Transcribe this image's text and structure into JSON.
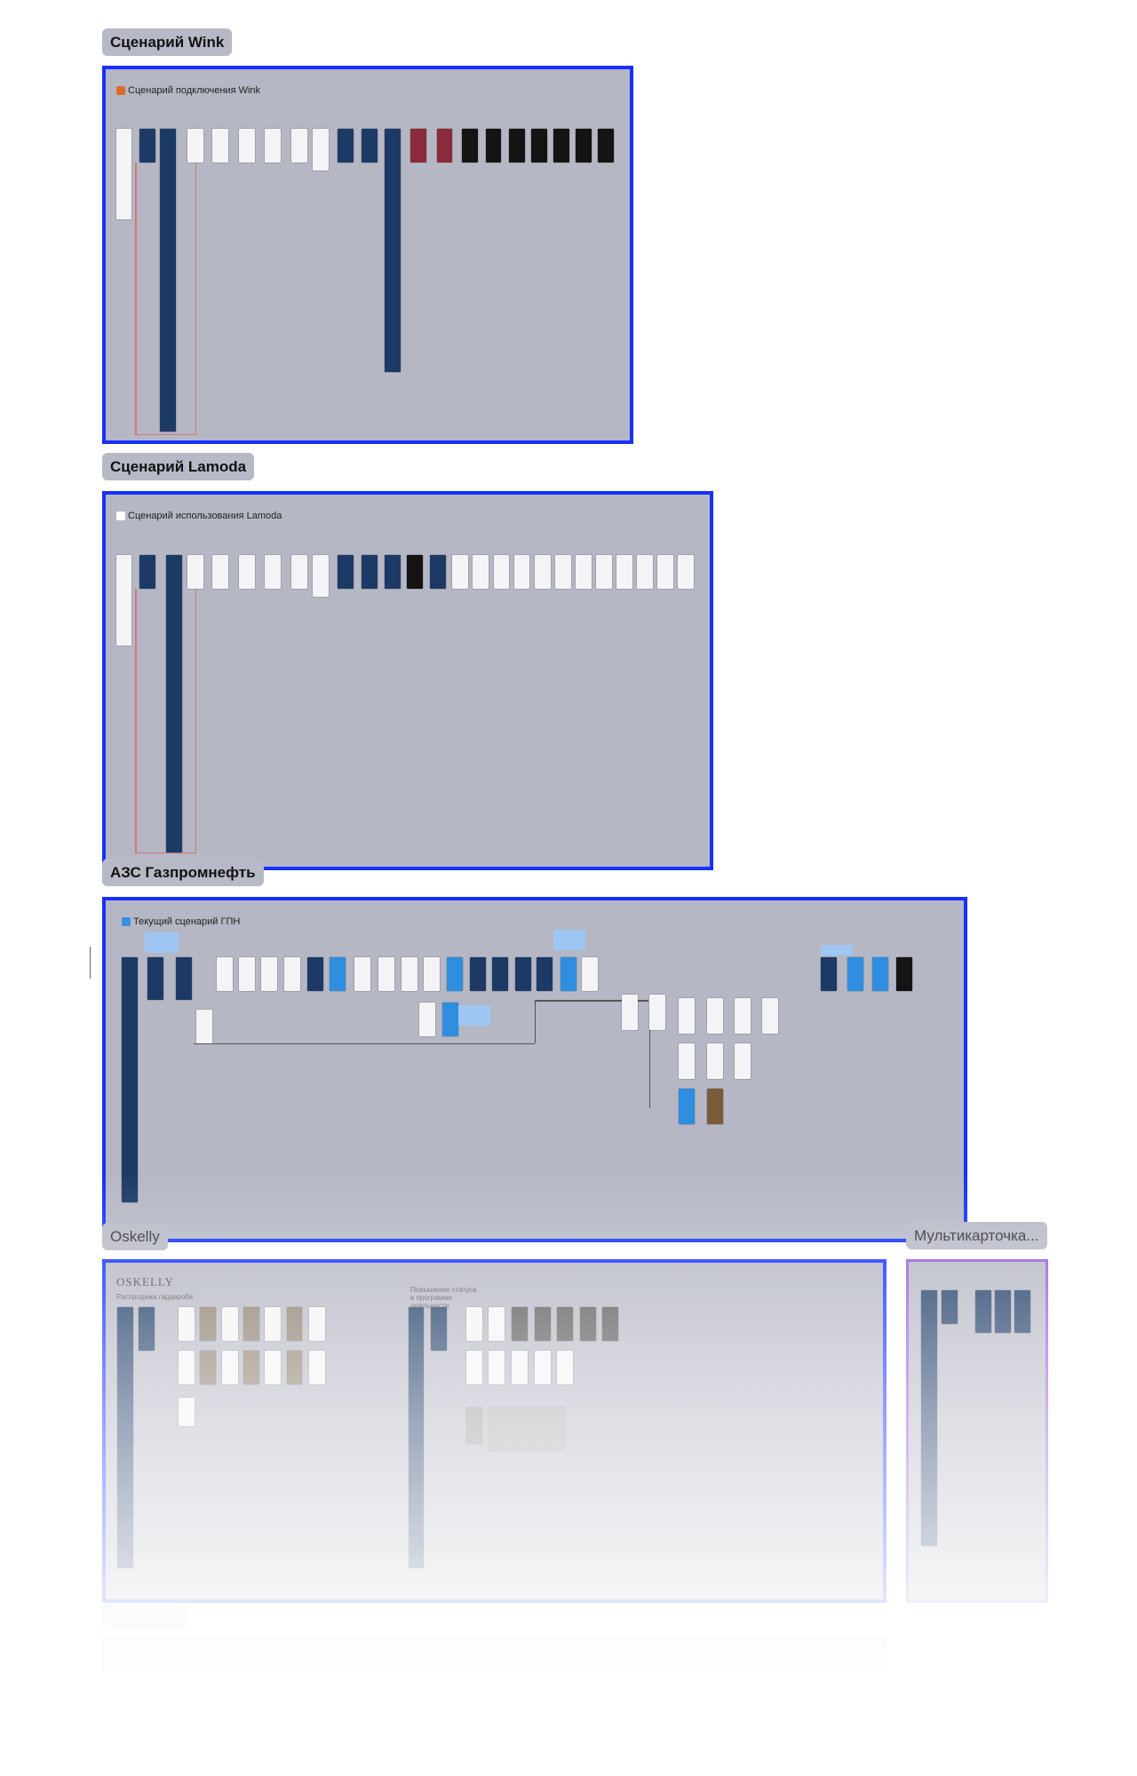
{
  "sections": {
    "wink": {
      "label": "Сценарий Wink",
      "title": "Сценарий подключения Wink",
      "icon": "wink-app-icon",
      "icon_color": "#e06a2a"
    },
    "lamoda": {
      "label": "Сценарий Lamoda",
      "title": "Сценарий использования Lamoda",
      "icon": "lamoda-app-icon",
      "icon_color": "#ffffff"
    },
    "gpn": {
      "label": "АЗС Газпромнефть",
      "title": "Текущий сценарий ГПН",
      "icon": "gpn-app-icon",
      "icon_color": "#3a8ee6"
    },
    "oskelly": {
      "label": "Oskelly",
      "logo": "OSKELLY",
      "subtitle_1": "Распродажа гардероба",
      "subtitle_2": "Повышение статуса в программе лояльности"
    },
    "multi": {
      "label": "Мультикарточка..."
    }
  },
  "colors": {
    "frame_border": "#1530ff",
    "frame_fill": "#b5b7c4",
    "multi_border": "#9a5ae0"
  }
}
